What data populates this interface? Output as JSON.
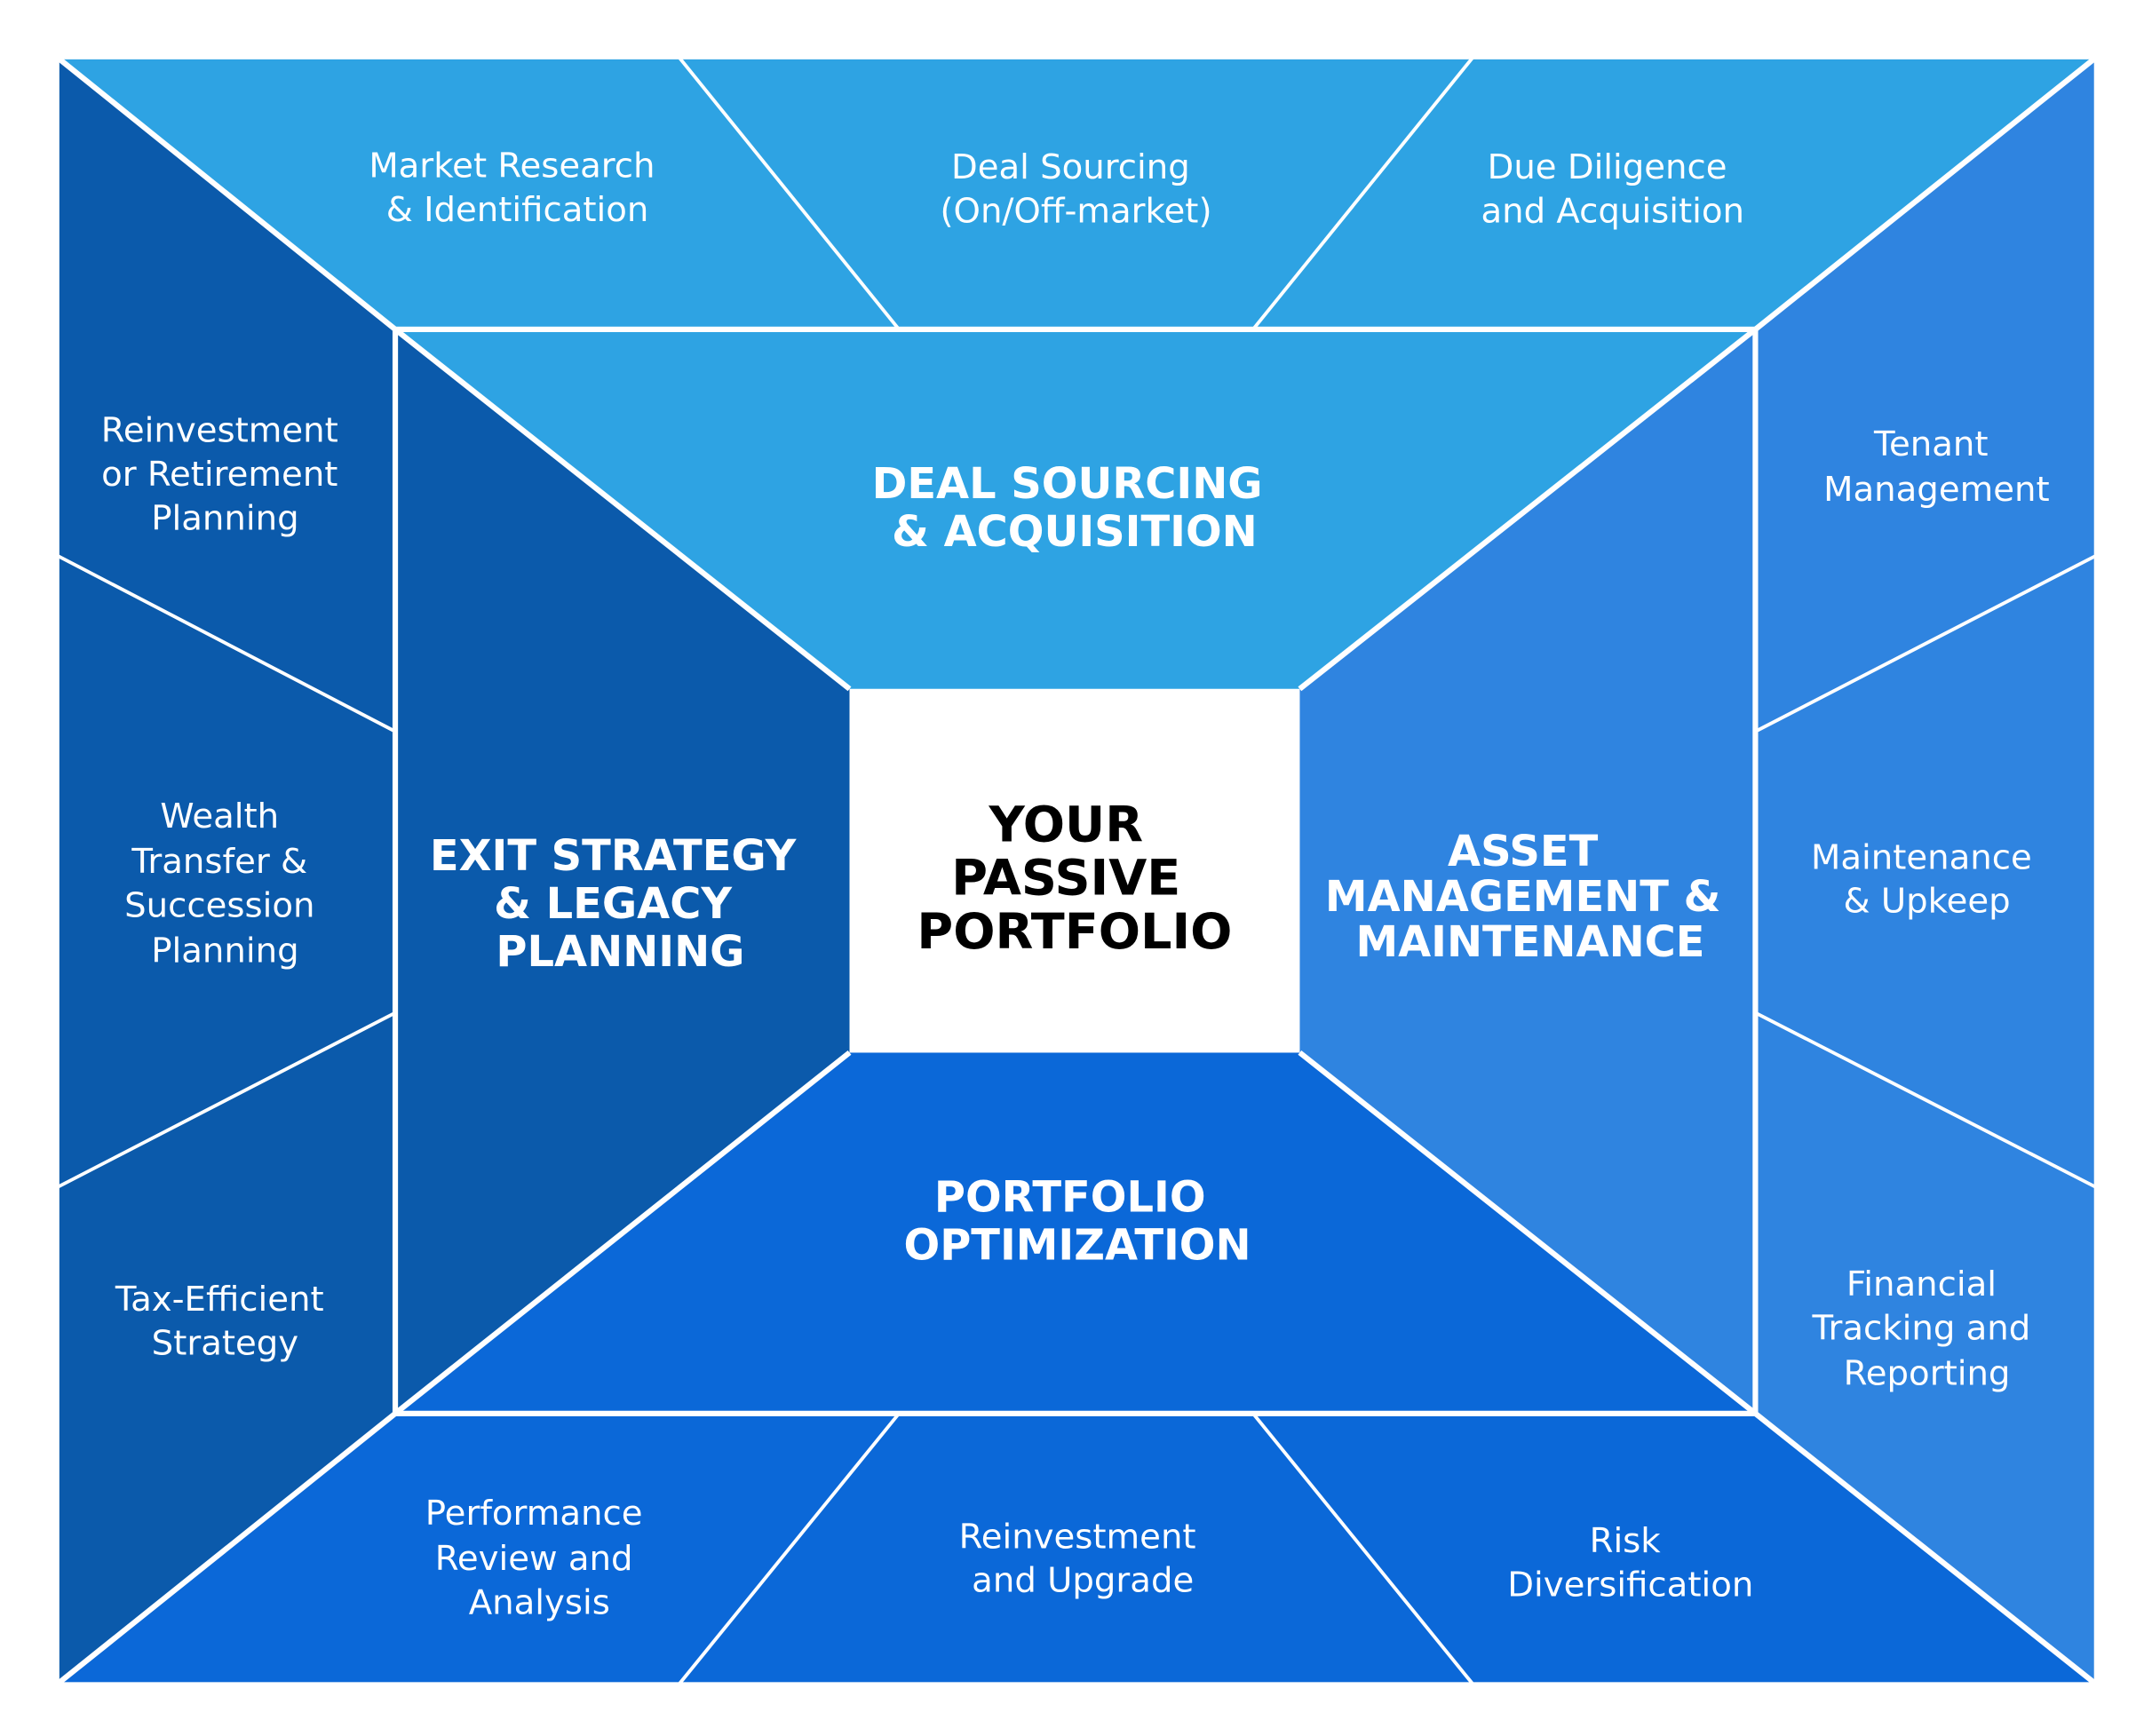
{
  "colors": {
    "light": "#2ea3e3",
    "dark": "#0b5aab",
    "mid": "#2f84e0",
    "bottom": "#0b68d8"
  },
  "center": {
    "lines": [
      "YOUR",
      "PASSIVE",
      "PORTFOLIO"
    ]
  },
  "sections": {
    "top": {
      "lines": [
        "DEAL SOURCING",
        "& ACQUISITION"
      ]
    },
    "left": {
      "lines": [
        "EXIT STRATEGY",
        "& LEGACY",
        "PLANNING"
      ]
    },
    "right": {
      "lines": [
        "ASSET",
        "MANAGEMENT &",
        "MAINTENANCE"
      ]
    },
    "bottom": {
      "lines": [
        "PORTFOLIO",
        "OPTIMIZATION"
      ]
    }
  },
  "items": {
    "top": [
      {
        "lines": [
          "Market Research",
          "& Identification"
        ]
      },
      {
        "lines": [
          "Deal Sourcing",
          "(On/Off-market)"
        ]
      },
      {
        "lines": [
          "Due Diligence",
          "and Acquisition"
        ]
      }
    ],
    "left": [
      {
        "lines": [
          "Reinvestment",
          "or Retirement",
          "Planning"
        ]
      },
      {
        "lines": [
          "Wealth",
          "Transfer &",
          "Succession",
          "Planning"
        ]
      },
      {
        "lines": [
          "Tax-Efficient",
          "Strategy"
        ]
      }
    ],
    "right": [
      {
        "lines": [
          "Tenant",
          "Management"
        ]
      },
      {
        "lines": [
          "Maintenance",
          "& Upkeep"
        ]
      },
      {
        "lines": [
          "Financial",
          "Tracking and",
          "Reporting"
        ]
      }
    ],
    "bottom": [
      {
        "lines": [
          "Performance",
          "Review and",
          "Analysis"
        ]
      },
      {
        "lines": [
          "Reinvestment",
          "and Upgrade"
        ]
      },
      {
        "lines": [
          "Risk",
          "Diversification"
        ]
      }
    ]
  }
}
